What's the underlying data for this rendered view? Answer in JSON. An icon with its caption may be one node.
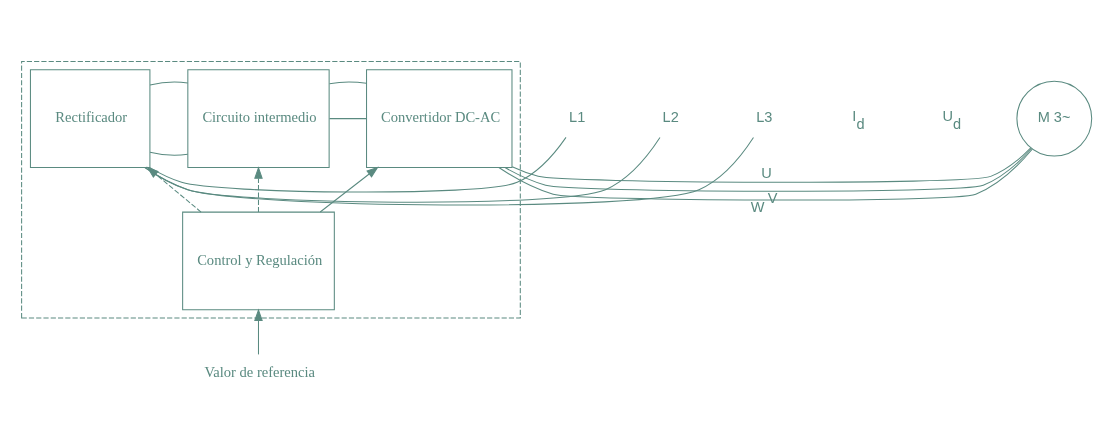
{
  "diagram": {
    "nodes": [
      {
        "text": [],
        "shape": "box"
      },
      {
        "text": [
          "L1"
        ]
      },
      {
        "text": [
          "L2"
        ]
      },
      {
        "text": [
          "L3"
        ]
      },
      {
        "text": [
          "Rectificador"
        ],
        "in": 0
      },
      {
        "text": [
          "Circuito intermedio"
        ],
        "in": 0
      },
      {
        "text": [
          "Convertidor DC-AC"
        ],
        "in": 0
      },
      {
        "text": [
          "M 3~"
        ]
      },
      {
        "text": [
          "Control y Regulación"
        ],
        "in": 0
      },
      {
        "text": [
          "Valor de referencia"
        ]
      }
    ],
    "edges": [
      {
        "from": 1,
        "to": 4,
        "arrow": "none"
      },
      {
        "from": 2,
        "to": 4,
        "arrow": "none"
      },
      {
        "from": 3,
        "to": 4,
        "arrow": "none"
      },
      {
        "from": 4,
        "to": 5,
        "arrow": "none"
      },
      {
        "from": 4,
        "to": 5,
        "arrow": "none"
      },
      {
        "from": 5,
        "to": 6,
        "arrow": "none"
      },
      {
        "from": 5,
        "to": 6,
        "arrow": "none"
      },
      {
        "from": 6,
        "to": 7,
        "arrow": "none",
        "label": "U"
      },
      {
        "from": 6,
        "to": 7,
        "arrow": "none",
        "label": "V"
      },
      {
        "from": 6,
        "to": 7,
        "arrow": "none",
        "label": "W"
      },
      {
        "from": 8,
        "to": 4,
        "arrow": "to",
        "style": "dashed"
      },
      {
        "from": 8,
        "to": 5,
        "arrow": "to",
        "style": "dashed"
      },
      {
        "from": 8,
        "to": 6,
        "arrow": "to"
      },
      {
        "from": 9,
        "to": 8,
        "arrow": "to"
      }
    ],
    "labels": [
      "I$_{d}$",
      "U$_{d}$"
    ]
  }
}
